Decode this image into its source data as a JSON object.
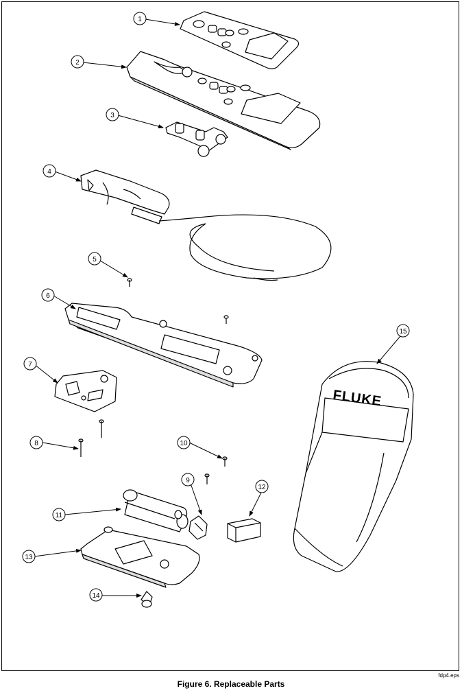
{
  "figure": {
    "caption": "Figure 6. Replaceable Parts",
    "file_tag": "fdp4.eps"
  },
  "callouts": [
    "1",
    "2",
    "3",
    "4",
    "5",
    "6",
    "7",
    "8",
    "9",
    "10",
    "11",
    "12",
    "13",
    "14",
    "15"
  ],
  "case": {
    "brand": "FLUKE"
  }
}
